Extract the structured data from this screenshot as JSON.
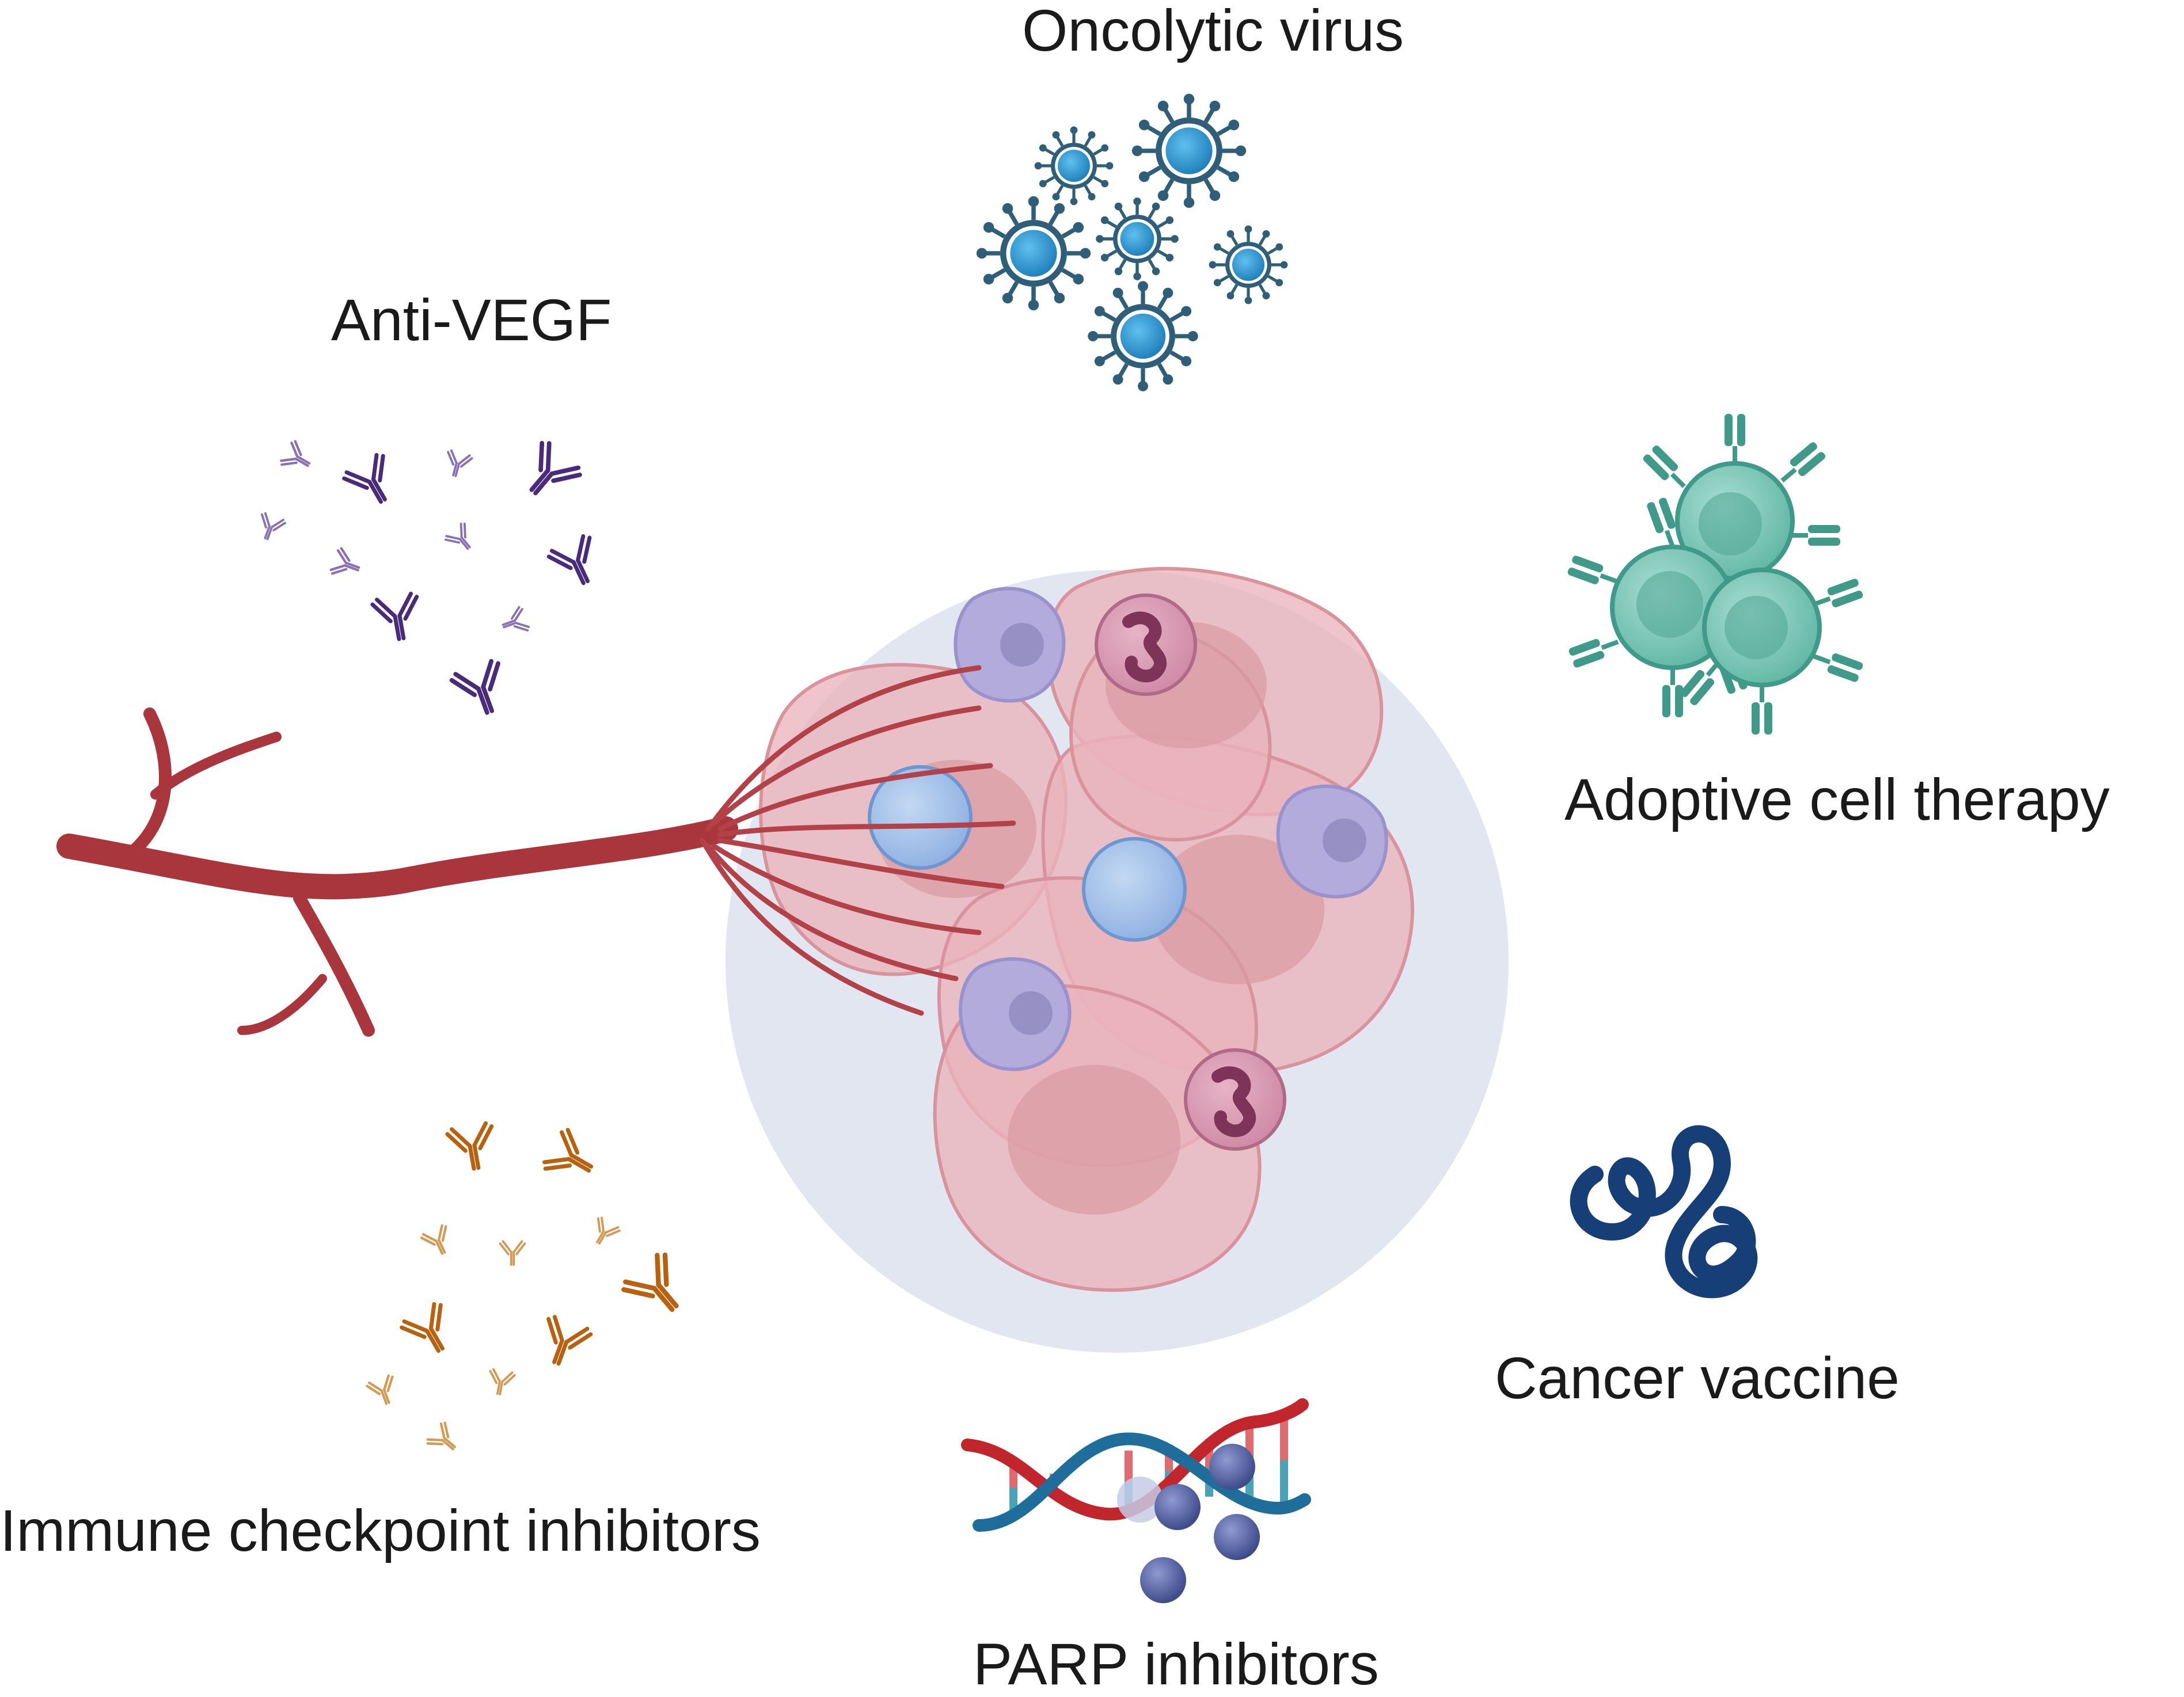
{
  "labels": {
    "oncolytic_virus": "Oncolytic virus",
    "anti_vegf": "Anti-VEGF",
    "adoptive_cell_therapy": "Adoptive cell therapy",
    "cancer_vaccine": "Cancer vaccine",
    "immune_checkpoint_inhibitors": "Immune checkpoint inhibitors",
    "parp_inhibitors": "PARP inhibitors"
  },
  "colors": {
    "virus": "#2a8cc7",
    "virus_spike": "#2f5f78",
    "anti_vegf_antibody": "#4a2a7a",
    "anti_vegf_antibody_light": "#8a70b5",
    "t_cell": "#6cbfae",
    "t_cell_receptor": "#3f9a8a",
    "vaccine_strand": "#173f77",
    "checkpoint_antibody": "#b8610f",
    "checkpoint_antibody_light": "#d39a55",
    "dna_red": "#c0262c",
    "dna_blue": "#1f6d9a",
    "parp_molecule": "#5060a0",
    "blood_vessel": "#a8363c",
    "tumor_background": "#e2e6f1",
    "tumor_cell": "#eab4bb",
    "immune_cell_blue": "#9dbde8",
    "macrophage": "#b3abdb",
    "neutrophil": "#c77a9a"
  },
  "icons": [
    "virus-icon",
    "antibody-icon",
    "t-cell-icon",
    "mrna-vaccine-icon",
    "dna-helix-icon",
    "parp-molecule-icon",
    "blood-vessel-icon",
    "tumor-icon"
  ]
}
